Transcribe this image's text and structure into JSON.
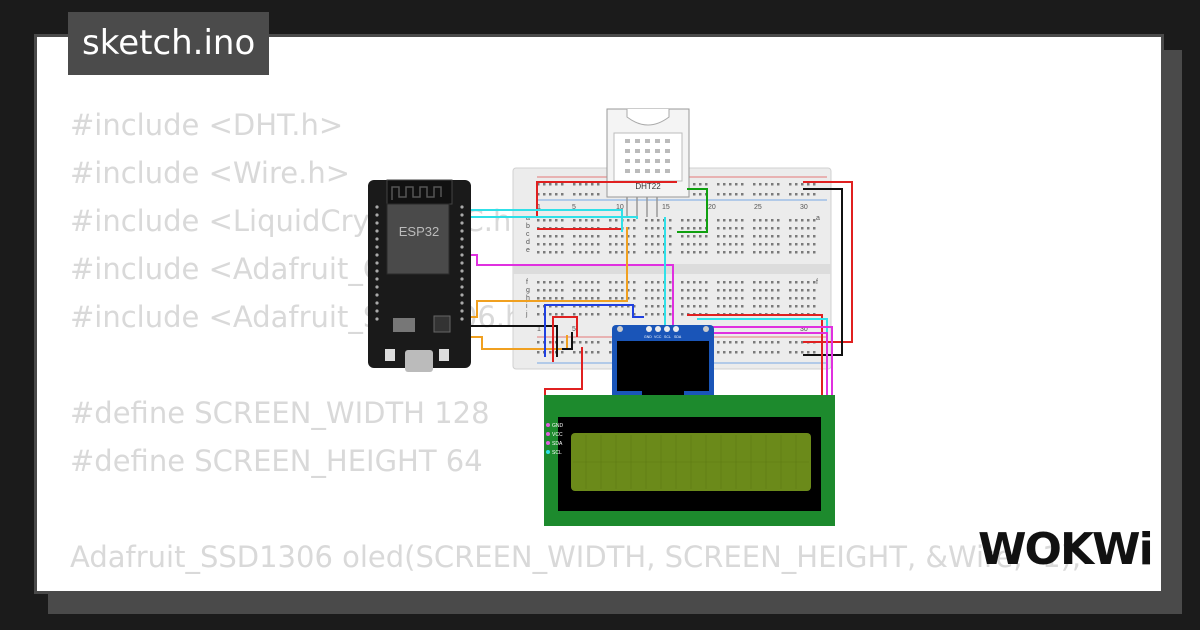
{
  "tab": {
    "filename": "sketch.ino"
  },
  "code_lines": [
    "#include <DHT.h>",
    "#include <Wire.h>",
    "#include <LiquidCrystal_I2C.h>",
    "#include <Adafruit_GFX.h>",
    "#include <Adafruit_SSD1306.h>",
    "",
    "#define SCREEN_WIDTH 128",
    "#define SCREEN_HEIGHT 64",
    "",
    "Adafruit_SSD1306 oled(SCREEN_WIDTH, SCREEN_HEIGHT, &Wire, -1);"
  ],
  "components": {
    "esp32_label": "ESP32",
    "dht22_label": "DHT22",
    "breadboard": {
      "column_numbers": [
        "1",
        "5",
        "10",
        "15",
        "20",
        "25",
        "30"
      ],
      "row_letters_top": [
        "a",
        "b",
        "c",
        "d",
        "e"
      ],
      "row_letters_bottom": [
        "f",
        "g",
        "h",
        "i",
        "j"
      ]
    },
    "oled_pins": [
      "GND",
      "VCC",
      "SCL",
      "SDA"
    ],
    "lcd_pins": [
      "GND",
      "VCC",
      "SDA",
      "SCL"
    ]
  },
  "wire_colors": {
    "red": "#e02020",
    "black": "#111111",
    "cyan": "#30e0e8",
    "magenta": "#e030e0",
    "orange": "#f0a020",
    "green": "#10a010",
    "blue": "#2040e0"
  },
  "brand": {
    "logo_text": "WOKWi"
  }
}
